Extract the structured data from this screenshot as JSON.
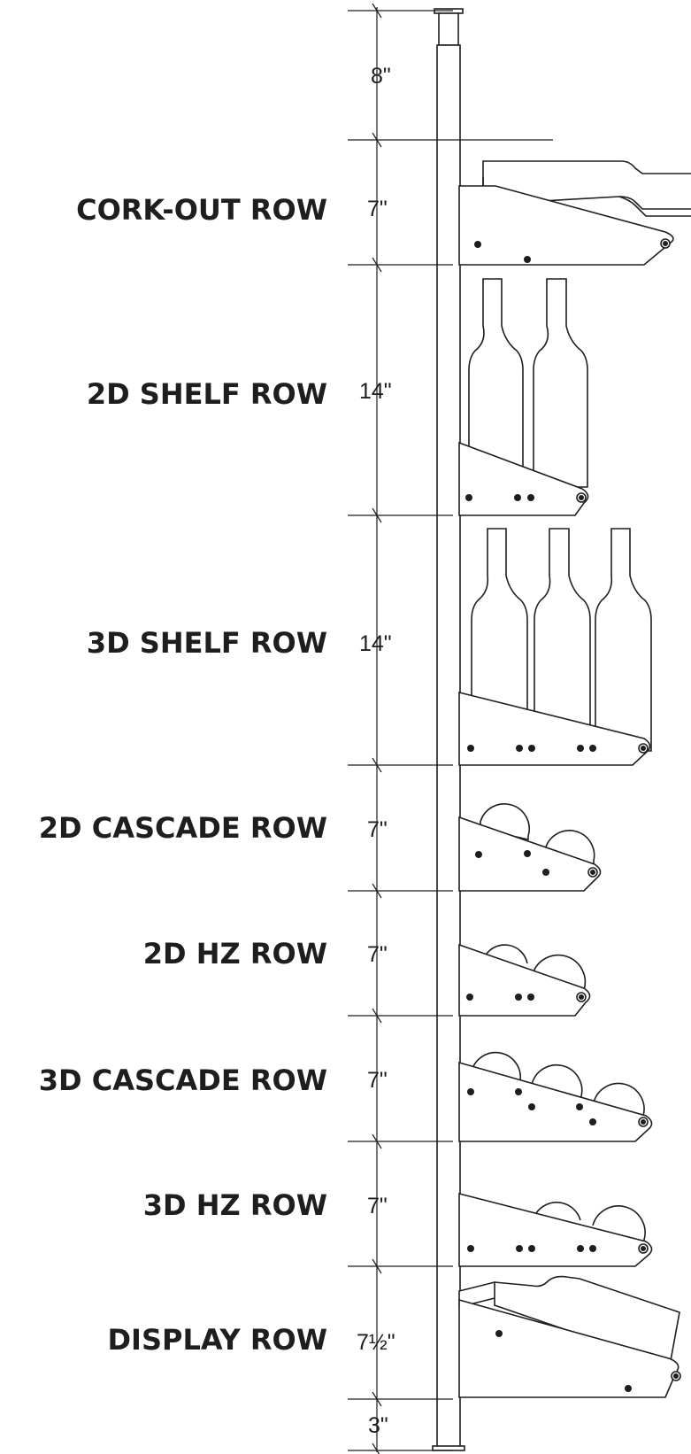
{
  "rows": [
    {
      "label": "CORK-OUT ROW",
      "dimension": "7\""
    },
    {
      "label": "2D SHELF ROW",
      "dimension": "14\""
    },
    {
      "label": "3D SHELF ROW",
      "dimension": "14\""
    },
    {
      "label": "2D CASCADE ROW",
      "dimension": "7\""
    },
    {
      "label": "2D HZ ROW",
      "dimension": "7\""
    },
    {
      "label": "3D CASCADE ROW",
      "dimension": "7\""
    },
    {
      "label": "3D HZ ROW",
      "dimension": "7\""
    },
    {
      "label": "DISPLAY ROW",
      "dimension": "7½\""
    }
  ],
  "top_gap": "8\"",
  "bottom_gap": "3\"",
  "colors": {
    "line": "#1e1e1e",
    "background": "#ffffff"
  }
}
